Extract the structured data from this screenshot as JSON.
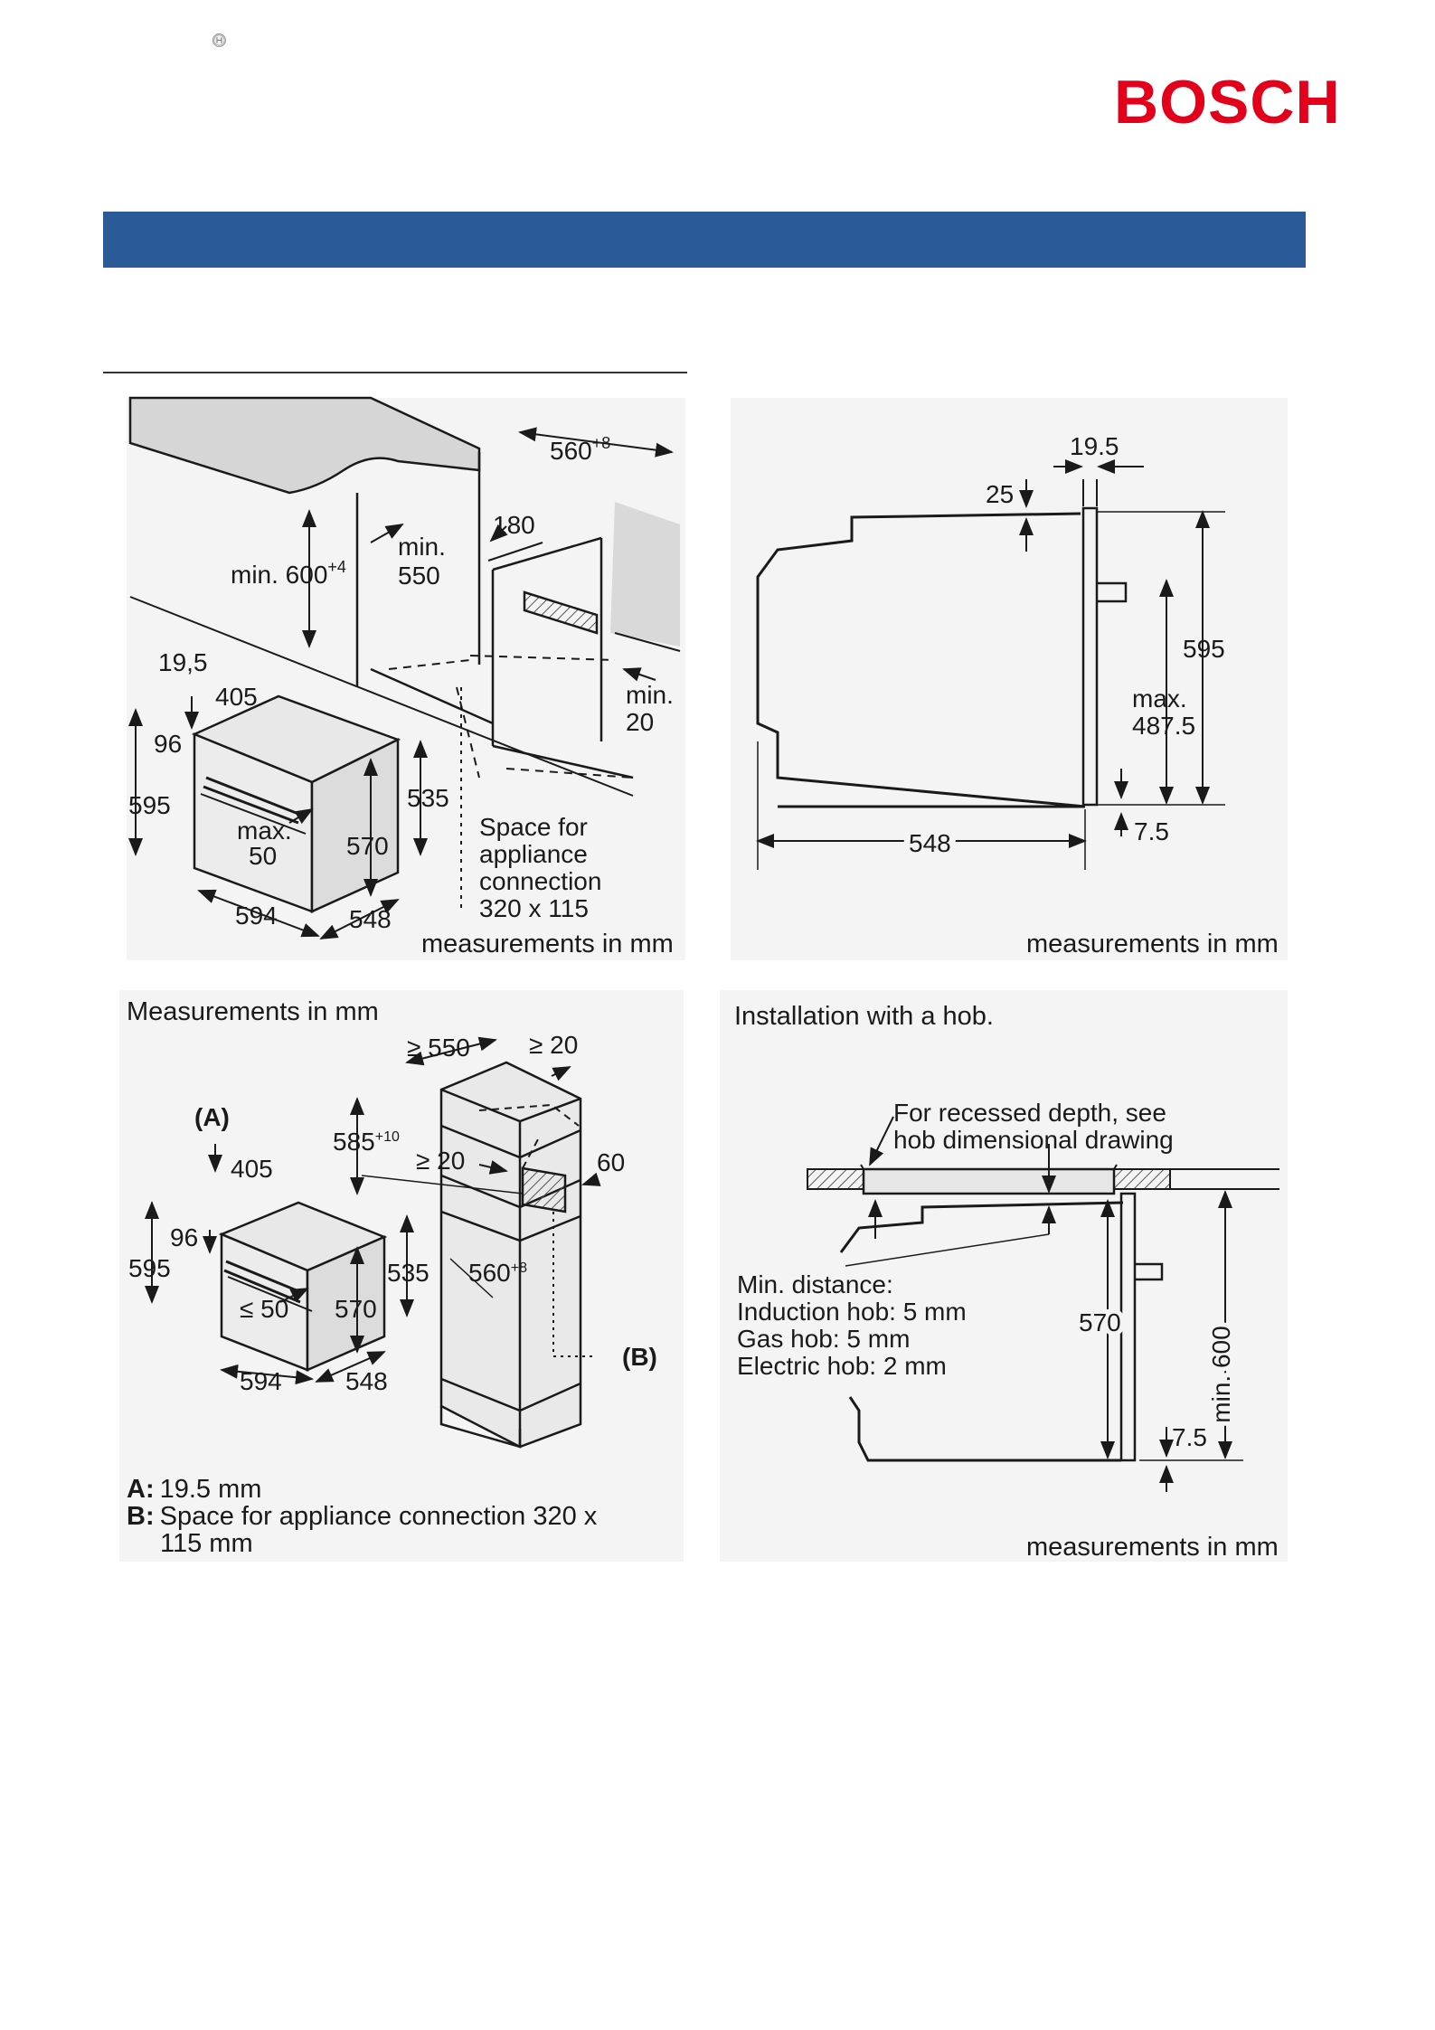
{
  "brand": {
    "name": "BOSCH"
  },
  "colors": {
    "brand_red": "#e3001b",
    "header_band": "#2a5a98",
    "panel_bg": "#f4f4f4"
  },
  "diagram1": {
    "dims": {
      "d560": "560",
      "d560_sup": "+8",
      "d180": "180",
      "min600": "min. 600",
      "min600_sup": "+4",
      "min550_a": "min.",
      "min550_b": "550",
      "d19_5": "19,5",
      "d405": "405",
      "d96": "96",
      "d595": "595",
      "d535": "535",
      "max50_a": "max.",
      "max50_b": "50",
      "d570": "570",
      "d594": "594",
      "d548": "548",
      "min20_a": "min.",
      "min20_b": "20"
    },
    "space_note": [
      "Space for",
      "appliance",
      "connection",
      "320 x 115"
    ],
    "caption": "measurements in mm"
  },
  "diagram2": {
    "dims": {
      "d19_5": "19.5",
      "d25": "25",
      "d595": "595",
      "max_a": "max.",
      "max_b": "487.5",
      "d548": "548",
      "d7_5": "7.5"
    },
    "caption": "measurements in mm"
  },
  "diagram3": {
    "title": "Measurements in mm",
    "dims": {
      "ge550": "≥ 550",
      "ge20_top": "≥ 20",
      "A": "(A)",
      "d585": "585",
      "d585_sup": "+10",
      "d405": "405",
      "ge20_mid": "≥ 20",
      "d60": "60",
      "d96": "96",
      "d595": "595",
      "d535": "535",
      "d560": "560",
      "d560_sup": "+8",
      "le50": "≤ 50",
      "d570": "570",
      "B": "(B)",
      "d594": "594",
      "d548": "548"
    },
    "legend": [
      {
        "key": "A:",
        "text": "19.5 mm"
      },
      {
        "key": "B:",
        "text": "Space for appliance connection 320 x"
      }
    ],
    "legend_cont": "115 mm"
  },
  "diagram4": {
    "title": "Installation with a hob.",
    "recess_note": [
      "For recessed depth, see",
      "hob dimensional drawing"
    ],
    "min_distance": [
      "Min. distance:",
      "Induction hob: 5 mm",
      "Gas hob: 5 mm",
      "Electric hob: 2 mm"
    ],
    "dims": {
      "d570": "570",
      "min600": "min. 600",
      "d7_5": "7.5"
    },
    "caption": "measurements in mm"
  }
}
